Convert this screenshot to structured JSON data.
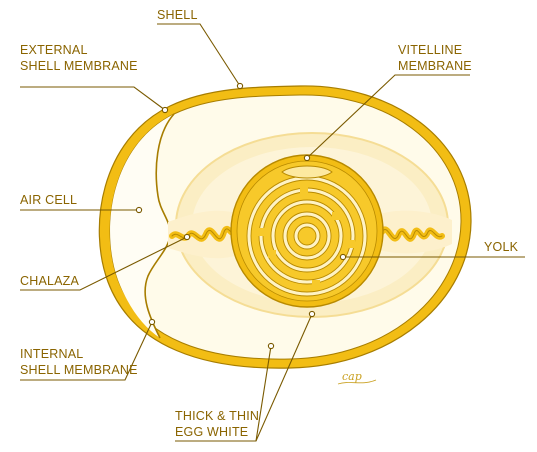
{
  "labels": {
    "shell": "SHELL",
    "external_1": "EXTERNAL",
    "external_2": "SHELL MEMBRANE",
    "vitelline_1": "VITELLINE",
    "vitelline_2": "MEMBRANE",
    "air_cell": "AIR CELL",
    "yolk": "YOLK",
    "chalaza": "CHALAZA",
    "internal_1": "INTERNAL",
    "internal_2": "SHELL MEMBRANE",
    "white_1": "THICK & THIN",
    "white_2": "EGG WHITE"
  },
  "signature": "cap",
  "colors": {
    "shell": "#f2bd14",
    "shell_dark": "#a77d00",
    "white_thin": "#fdf6dc",
    "white_thick": "#f8e9b4",
    "yolk": "#f2bd14",
    "yolk_line": "#b88a00",
    "text": "#8a6400"
  }
}
